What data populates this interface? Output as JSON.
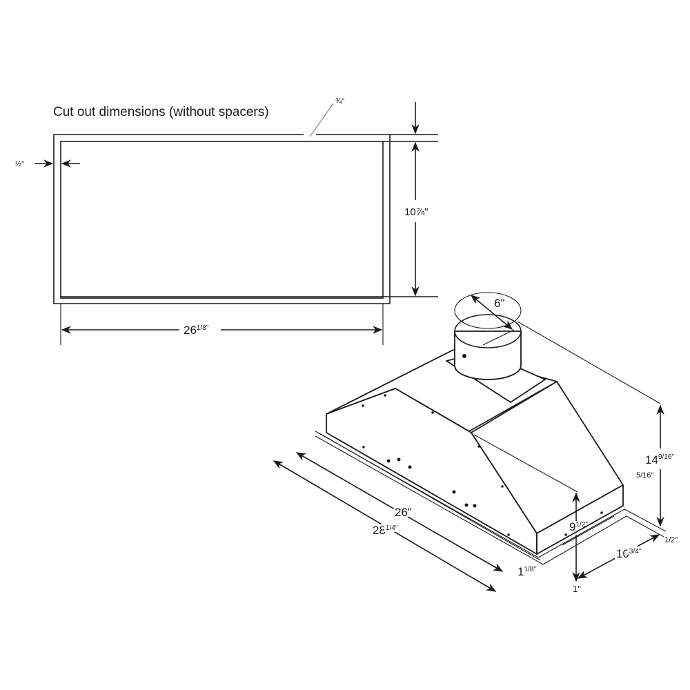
{
  "cutout": {
    "title": "Cut out dimensions (without spacers)",
    "top_gap": "¾\"",
    "left_gap": "½\"",
    "height": "10⅞\"",
    "width": {
      "whole": "26",
      "frac": "1/8\""
    }
  },
  "hood": {
    "duct_diameter": "6\"",
    "total_height": {
      "whole": "14",
      "frac": "9/16\""
    },
    "flange_offset": "5/16\"",
    "flange_thickness": "1/2\"",
    "body_height": {
      "whole": "9",
      "frac": "1/2\""
    },
    "depth": {
      "whole": "10",
      "frac": "3/4\""
    },
    "body_width": "26\"",
    "overall_width": {
      "whole": "28",
      "frac": "1/4\""
    },
    "flange_front": {
      "whole": "1",
      "frac": "1/8\""
    },
    "front_lip": "1\""
  },
  "colors": {
    "line": "#1a1a1a",
    "background": "#ffffff"
  }
}
